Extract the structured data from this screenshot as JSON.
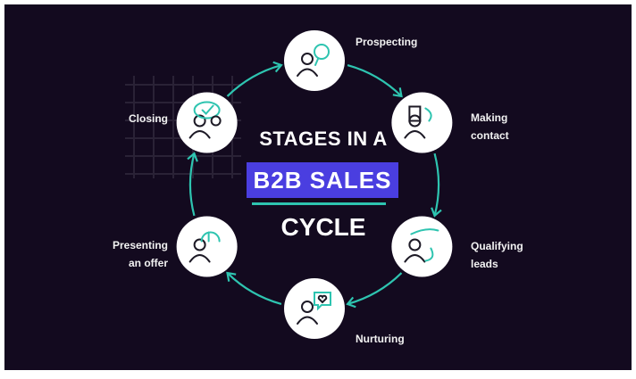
{
  "title": {
    "line1": "STAGES IN A",
    "line2": "B2B SALES",
    "line3": "CYCLE"
  },
  "colors": {
    "background": "#130a1f",
    "accent": "#2ec4b0",
    "highlight": "#4a3ee0",
    "node": "#ffffff"
  },
  "stages": [
    {
      "label": "Prospecting",
      "icon": "person-magnifier-icon"
    },
    {
      "label": "Making contact",
      "icon": "document-person-icon"
    },
    {
      "label": "Qualifying leads",
      "icon": "handshake-people-icon"
    },
    {
      "label": "Nurturing",
      "icon": "person-heart-chat-icon"
    },
    {
      "label": "Presenting an offer",
      "icon": "hand-offer-icon"
    },
    {
      "label": "Closing",
      "icon": "people-checkmark-icon"
    }
  ],
  "labels": {
    "s0": "Prospecting",
    "s1a": "Making",
    "s1b": "contact",
    "s2a": "Qualifying",
    "s2b": "leads",
    "s3": "Nurturing",
    "s4a": "Presenting",
    "s4b": "an offer",
    "s5": "Closing"
  }
}
